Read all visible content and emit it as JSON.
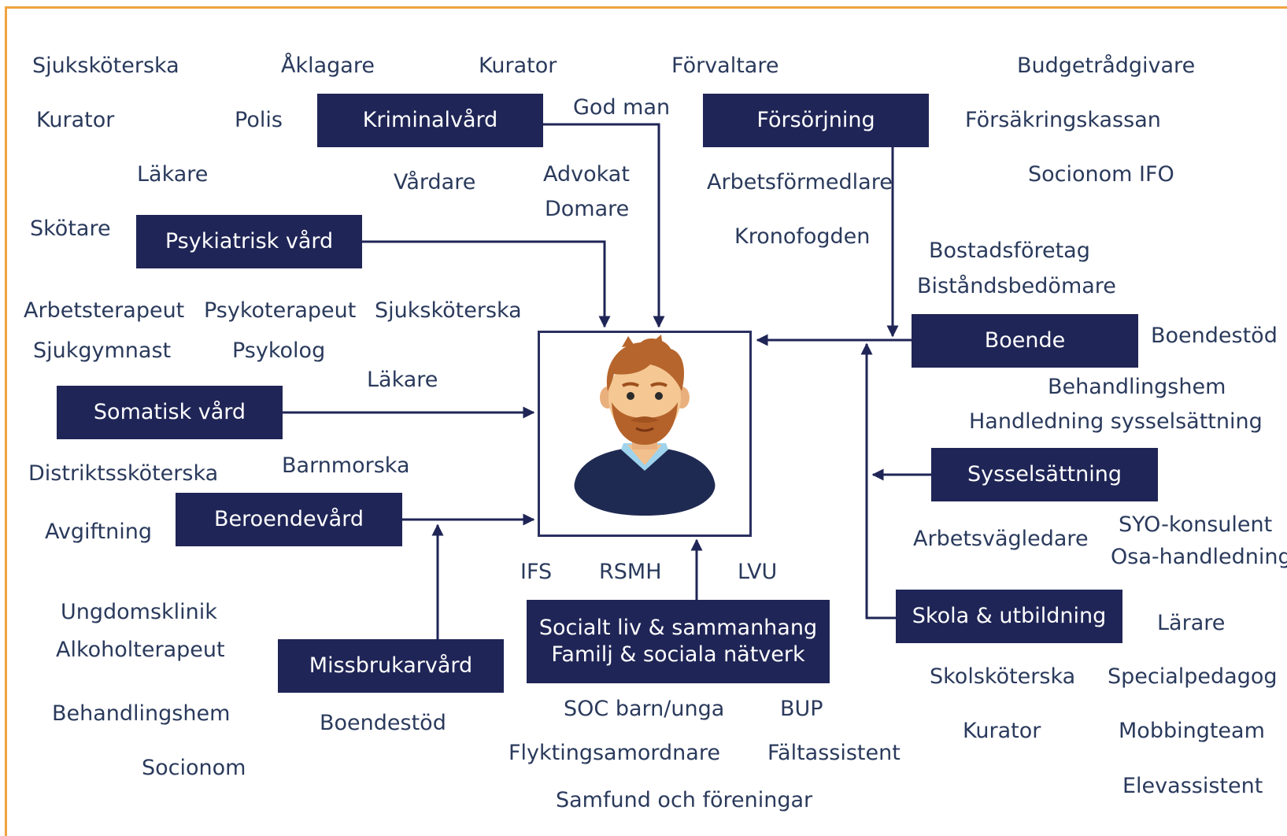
{
  "boxes": {
    "kriminalvard": "Kriminalvård",
    "forsorjning": "Försörjning",
    "psykiatrisk_vard": "Psykiatrisk vård",
    "somatisk_vard": "Somatisk vård",
    "beroendevard": "Beroendevård",
    "missbrukarvard": "Missbrukarvård",
    "socialt_liv": [
      "Socialt liv & sammanhang",
      "Familj & sociala nätverk"
    ],
    "boende": "Boende",
    "sysselsattning": "Sysselsättning",
    "skola": "Skola & utbildning"
  },
  "labels": {
    "sjukskoterska_1": "Sjuksköterska",
    "aklagare": "Åklagare",
    "kurator_top": "Kurator",
    "forvaltare": "Förvaltare",
    "budgetradgivare": "Budgetrådgivare",
    "kurator_left": "Kurator",
    "polis": "Polis",
    "god_man": "God man",
    "forsakringskassan": "Försäkringskassan",
    "lakare_1": "Läkare",
    "vardare": "Vårdare",
    "advokat": "Advokat",
    "arbetsformedlare": "Arbetsförmedlare",
    "socionom_ifo": "Socionom IFO",
    "domare": "Domare",
    "skotare": "Skötare",
    "kronofogden": "Kronofogden",
    "bostadsforetag": "Bostadsföretag",
    "bistandsbedomare": "Biståndsbedömare",
    "arbetsterapeut": "Arbetsterapeut",
    "psykoterapeut": "Psykoterapeut",
    "sjukskoterska_2": "Sjuksköterska",
    "boendestod_right": "Boendestöd",
    "sjukgymnast": "Sjukgymnast",
    "psykolog": "Psykolog",
    "lakare_2": "Läkare",
    "behandlingshem_right": "Behandlingshem",
    "handledning_sysselsattning": "Handledning sysselsättning",
    "distriktsskoterska": "Distriktssköterska",
    "barnmorska": "Barnmorska",
    "avgiftning": "Avgiftning",
    "syo_konsulent": "SYO-konsulent",
    "arbetsvagledare": "Arbetsvägledare",
    "osa_handledning": "Osa-handledning",
    "ifs": "IFS",
    "rsmh": "RSMH",
    "lvu": "LVU",
    "ungdomsklinik": "Ungdomsklinik",
    "alkoholterapeut": "Alkoholterapeut",
    "larare": "Lärare",
    "skolskoterska": "Skolsköterska",
    "specialpedagog": "Specialpedagog",
    "behandlingshem_left": "Behandlingshem",
    "boendestod_bottom": "Boendestöd",
    "soc_barn_unga": "SOC barn/unga",
    "bup": "BUP",
    "kurator_bottom": "Kurator",
    "mobbingteam": "Mobbingteam",
    "flyktingsamordnare": "Flyktingsamordnare",
    "faltassistent": "Fältassistent",
    "socionom": "Socionom",
    "elevassistent": "Elevassistent",
    "samfund": "Samfund och föreningar"
  },
  "colors": {
    "box": "#1f2556",
    "text": "#2a3a5c",
    "frame": "#f0a340",
    "arrow": "#1f2556"
  },
  "center_icon": "person-avatar-icon"
}
